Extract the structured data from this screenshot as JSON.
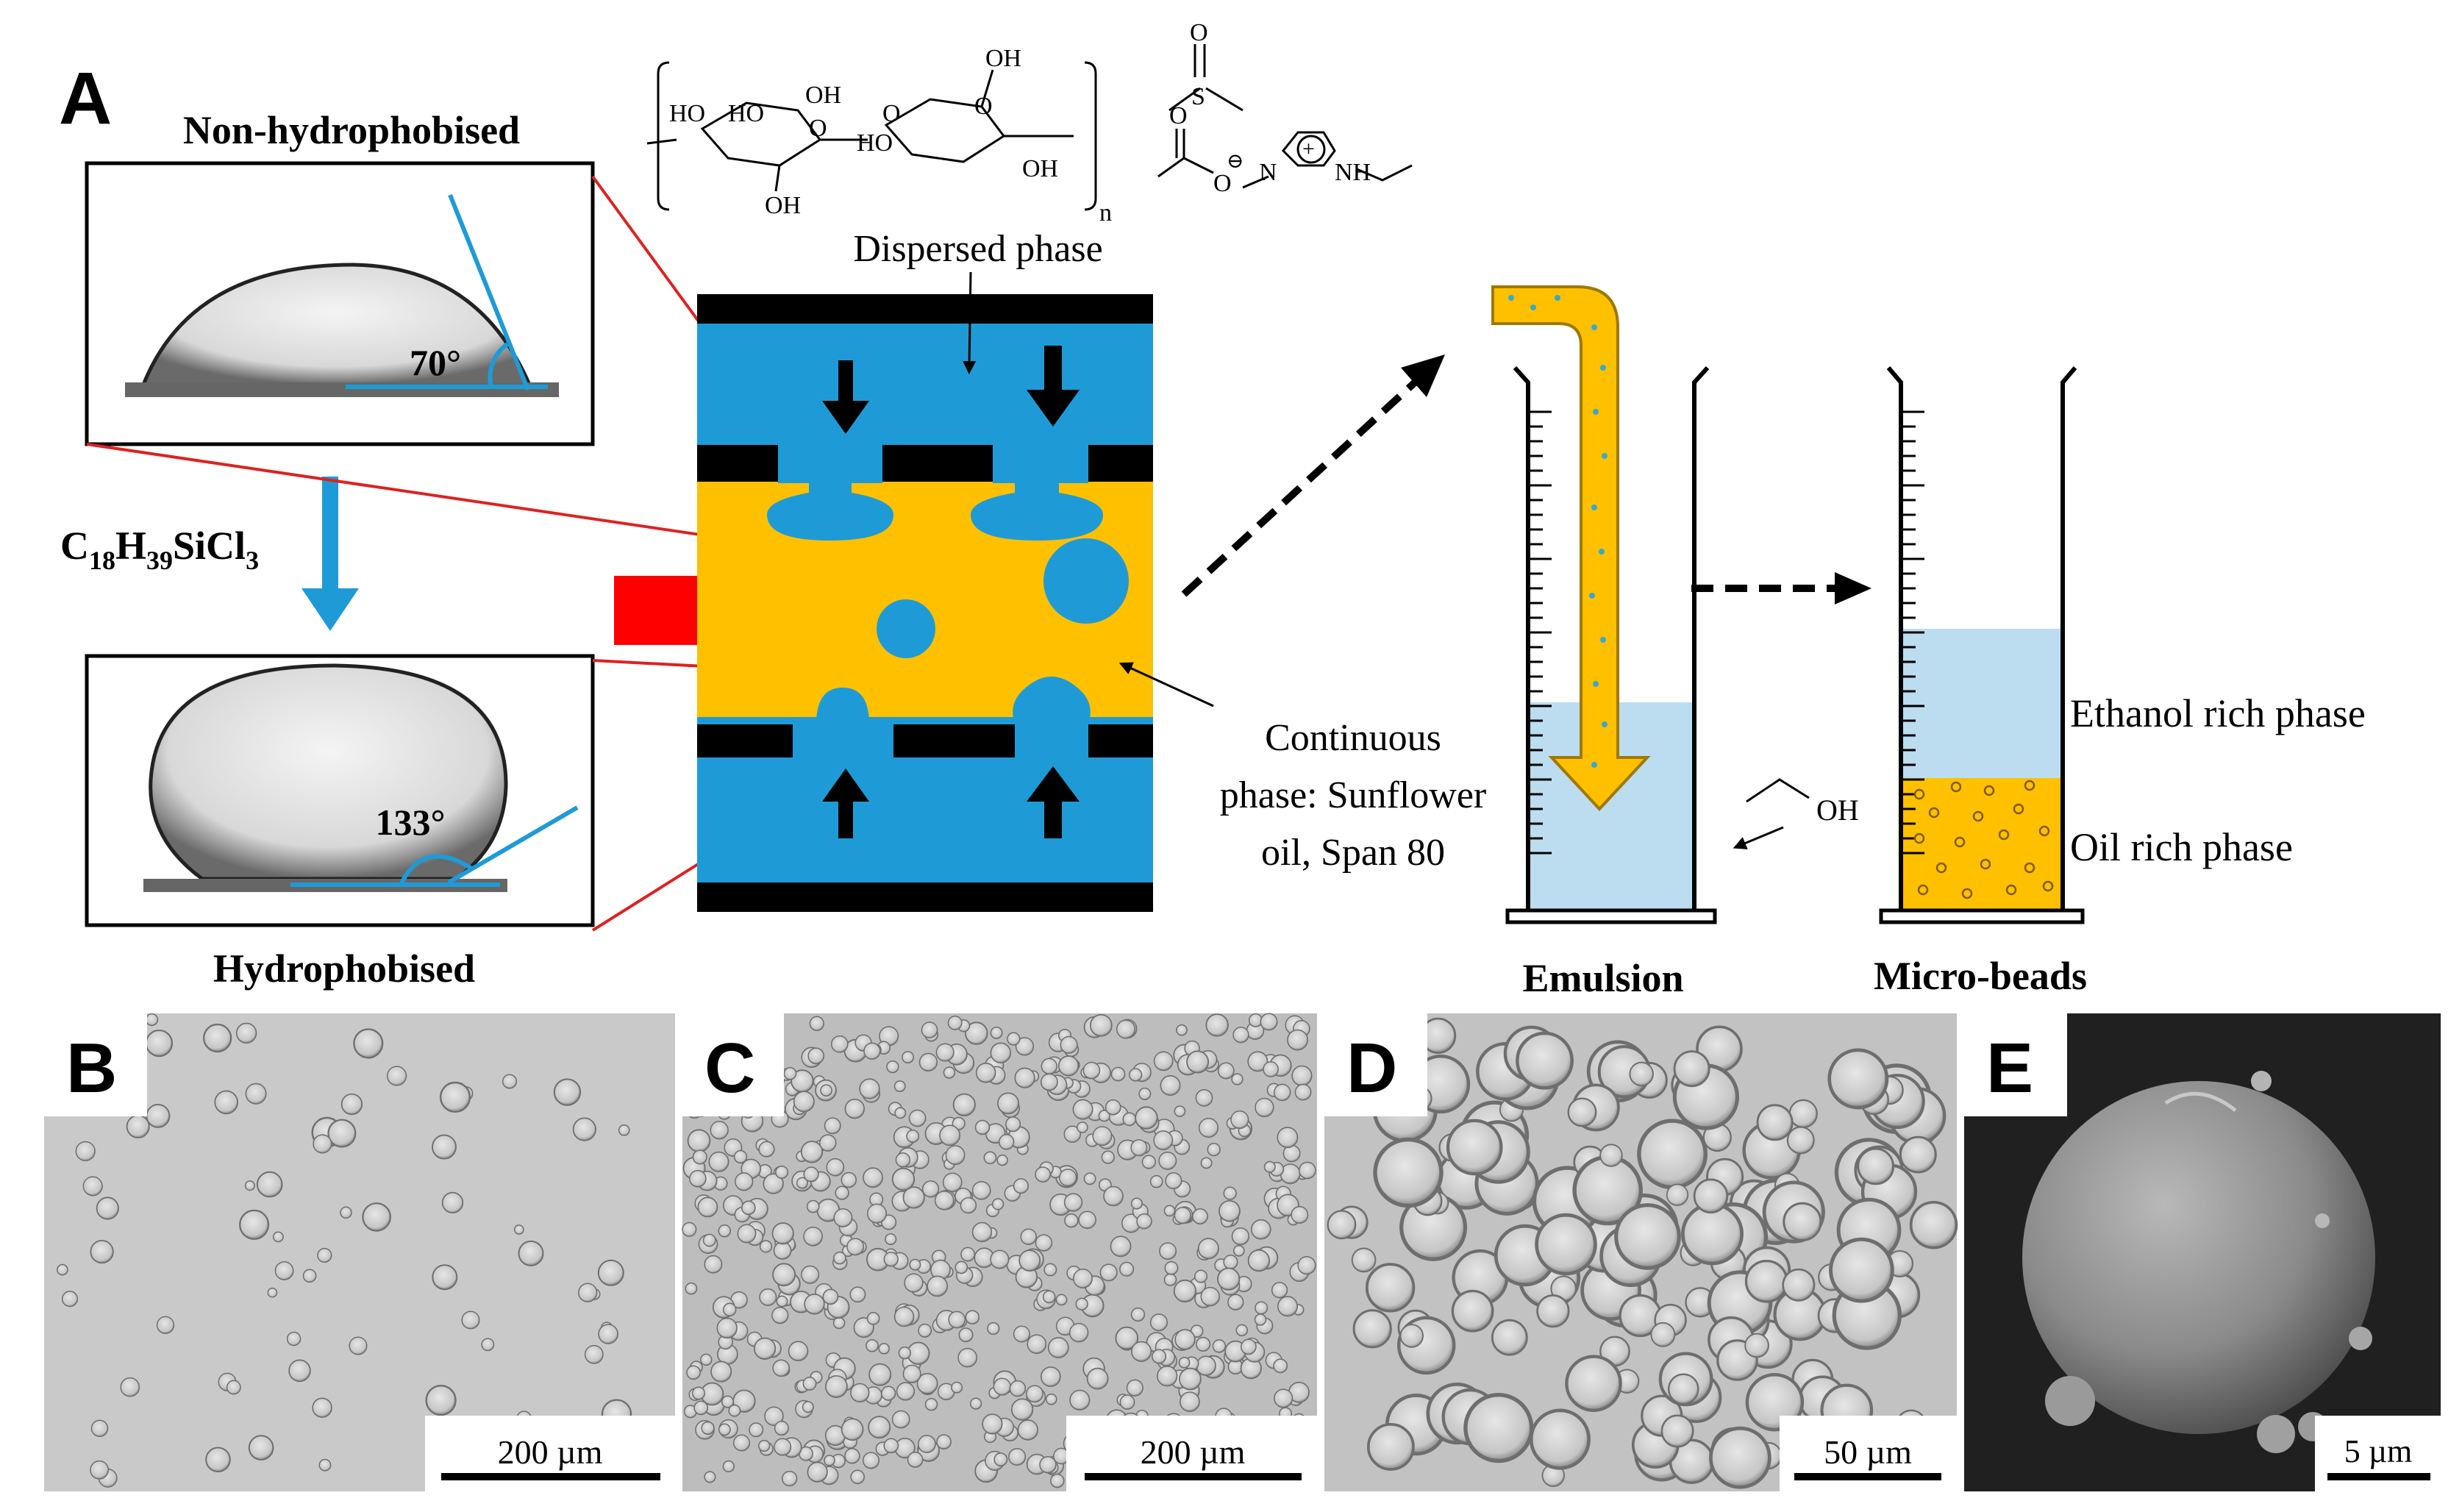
{
  "panel_a": {
    "letter": "A",
    "non_hydrophobised": {
      "title": "Non-hydrophobised",
      "angle": "70°"
    },
    "hydrophobised": {
      "title": "Hydrophobised",
      "angle": "133°"
    },
    "reagent": {
      "main": "C",
      "s1": "18",
      "m2": "H",
      "s2": "39",
      "m3": "SiCl",
      "s3": "3"
    },
    "chem": {
      "cellulose_labels": [
        "HO",
        "OH",
        "OH",
        "HO",
        "O",
        "HO",
        "O",
        "O",
        "OH",
        "OH"
      ],
      "repeat_n": "n",
      "dmso": {
        "o": "O",
        "s": "S"
      },
      "ionic_liquid": {
        "o1": "O",
        "o2": "O",
        "minus": "⊖",
        "plus": "+",
        "n": "N",
        "nh": "NH"
      }
    },
    "dispersed_phase": "Dispersed phase",
    "continuous_phase": [
      "Continuous",
      "phase: Sunflower",
      "oil, Span 80"
    ],
    "ethanol": "OH",
    "ethanol_rich": "Ethanol rich phase",
    "oil_rich": "Oil rich phase",
    "emulsion": "Emulsion",
    "micro_beads": "Micro-beads"
  },
  "micrographs": [
    {
      "letter": "B",
      "scale": "200 µm"
    },
    {
      "letter": "C",
      "scale": "200 µm"
    },
    {
      "letter": "D",
      "scale": "50 µm"
    },
    {
      "letter": "E",
      "scale": "5 µm"
    }
  ],
  "colors": {
    "blue": "#1e9bd7",
    "orange": "#ffc000",
    "light_blue": "#bcdcf0",
    "red": "#ff0000",
    "red_line": "#dd2222",
    "black": "#000000"
  }
}
